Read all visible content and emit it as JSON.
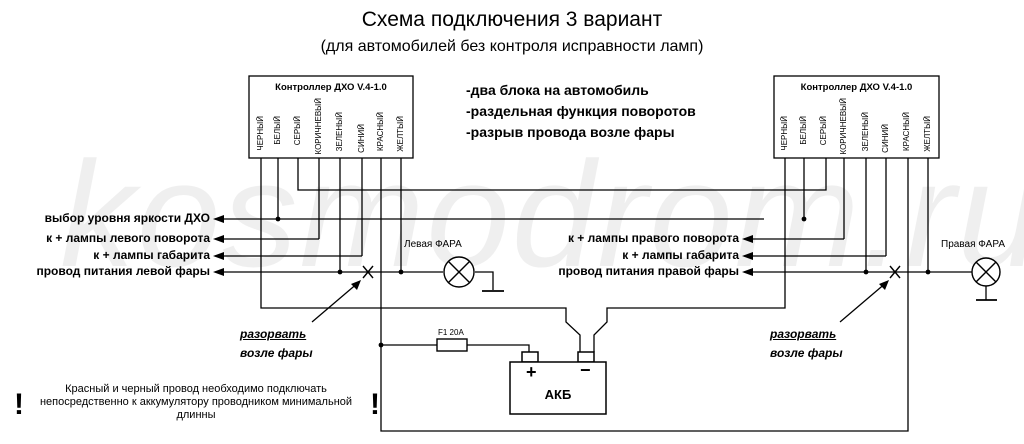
{
  "title": "Схема подключения 3 вариант",
  "subtitle": "(для автомобилей без контроля исправности ламп)",
  "watermark": "kosmodrom.ru",
  "controllers": [
    {
      "id": "left",
      "title": "Контроллер ДХО V.4-1.0",
      "wires": [
        "ЧЕРНЫЙ",
        "БЕЛЫЙ",
        "СЕРЫЙ",
        "КОРИЧНЕВЫЙ",
        "ЗЕЛЕНЫЙ",
        "СИНИЙ",
        "КРАСНЫЙ",
        "ЖЕЛТЫЙ"
      ]
    },
    {
      "id": "right",
      "title": "Контроллер ДХО V.4-1.0",
      "wires": [
        "ЧЕРНЫЙ",
        "БЕЛЫЙ",
        "СЕРЫЙ",
        "КОРИЧНЕВЫЙ",
        "ЗЕЛЕНЫЙ",
        "СИНИЙ",
        "КРАСНЫЙ",
        "ЖЕЛТЫЙ"
      ]
    }
  ],
  "features": [
    "-два блока на автомобиль",
    "-раздельная функция поворотов",
    "-разрыв провода возле фары"
  ],
  "left_labels": [
    "выбор уровня яркости ДХО",
    "к + лампы левого поворота",
    "к + лампы габарита",
    "провод питания левой фары"
  ],
  "right_labels": [
    "к + лампы правого поворота",
    "к + лампы габарита",
    "провод питания правой фары"
  ],
  "lamps": {
    "left": "Левая ФАРА",
    "right": "Правая ФАРА"
  },
  "fuse": "F1 20A",
  "battery": {
    "label": "АКБ",
    "plus": "+",
    "minus": "−"
  },
  "break_note": {
    "line1": "разорвать",
    "line2": "возле фары"
  },
  "warning": {
    "mark": "!",
    "text": "Красный и черный провод необходимо подключать непосредственно к аккумулятору проводником минимальной длинны"
  }
}
